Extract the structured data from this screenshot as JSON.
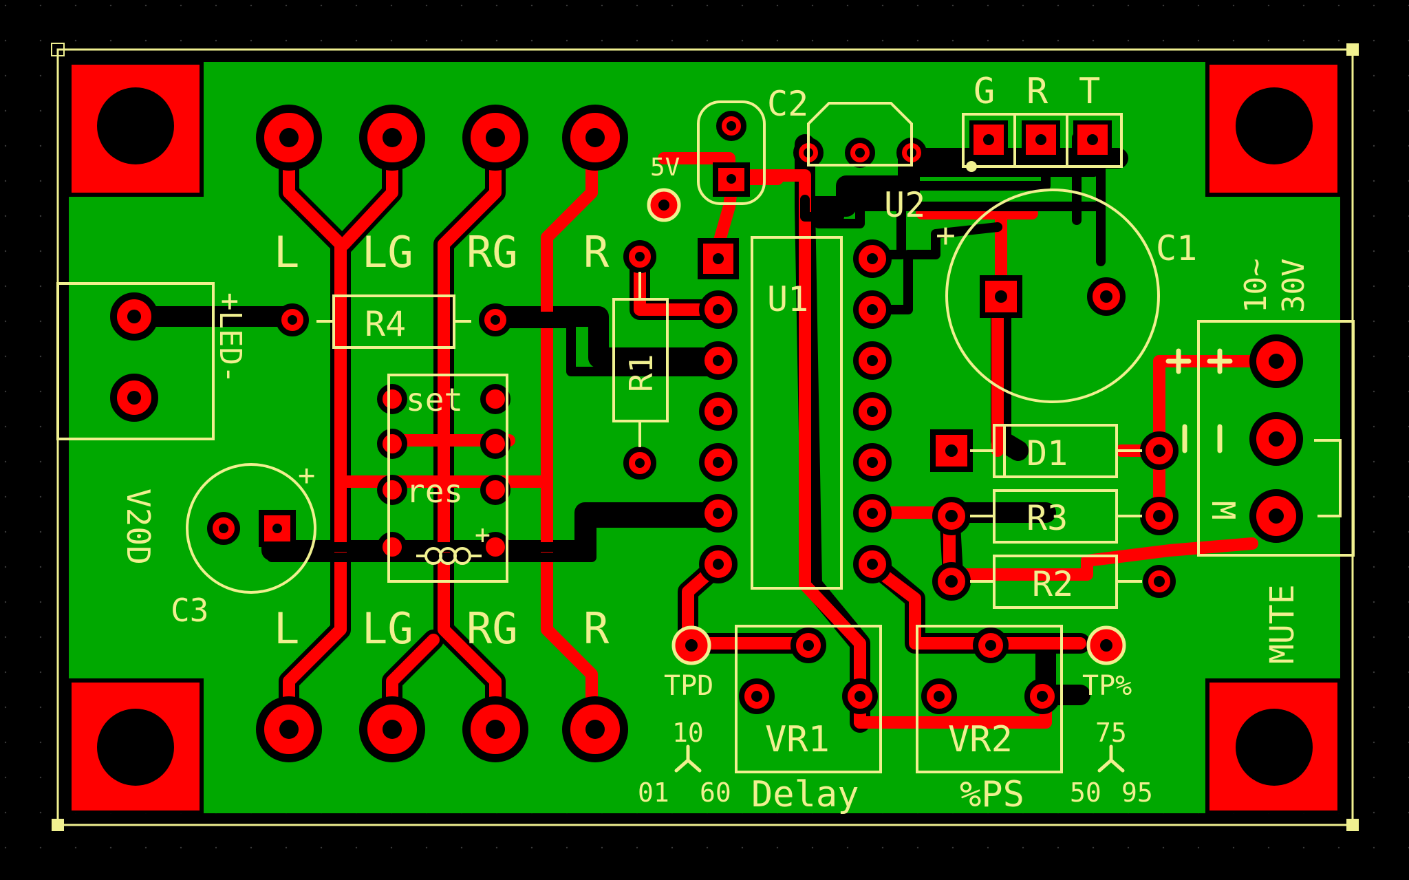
{
  "colors": {
    "background": "#000000",
    "board": "#00a800",
    "copper": "#ff0000",
    "silkscreen": "#f0f090",
    "drill": "#000000"
  },
  "connector_labels": {
    "top": [
      "L",
      "LG",
      "RG",
      "R"
    ],
    "bottom": [
      "L",
      "LG",
      "RG",
      "R"
    ]
  },
  "components": {
    "r4": "R4",
    "r1": "R1",
    "u1": "U1",
    "u2": "U2",
    "c1": "C1",
    "c2": "C2",
    "c3": "C3",
    "d1": "D1",
    "r3": "R3",
    "r2": "R2",
    "vr1": "VR1",
    "vr2": "VR2"
  },
  "relay": {
    "set": "set",
    "res": "res",
    "plus": "+"
  },
  "labels": {
    "led": "+LED-",
    "v20d": "V20D",
    "five_v": "5V",
    "grt": [
      "G",
      "R",
      "T"
    ],
    "supply": "10~ 30V",
    "supply_line1": "10~",
    "supply_line2": "30V",
    "mute": "MUTE",
    "m_pin": "M",
    "tpd": "TPD",
    "tp_pct": "TP%",
    "delay": "Delay",
    "ps": "%PS",
    "delay_scale": [
      "10",
      "01",
      "60"
    ],
    "ps_scale": [
      "75",
      "50",
      "95"
    ],
    "c1_plus": "+",
    "c3_plus": "+"
  }
}
